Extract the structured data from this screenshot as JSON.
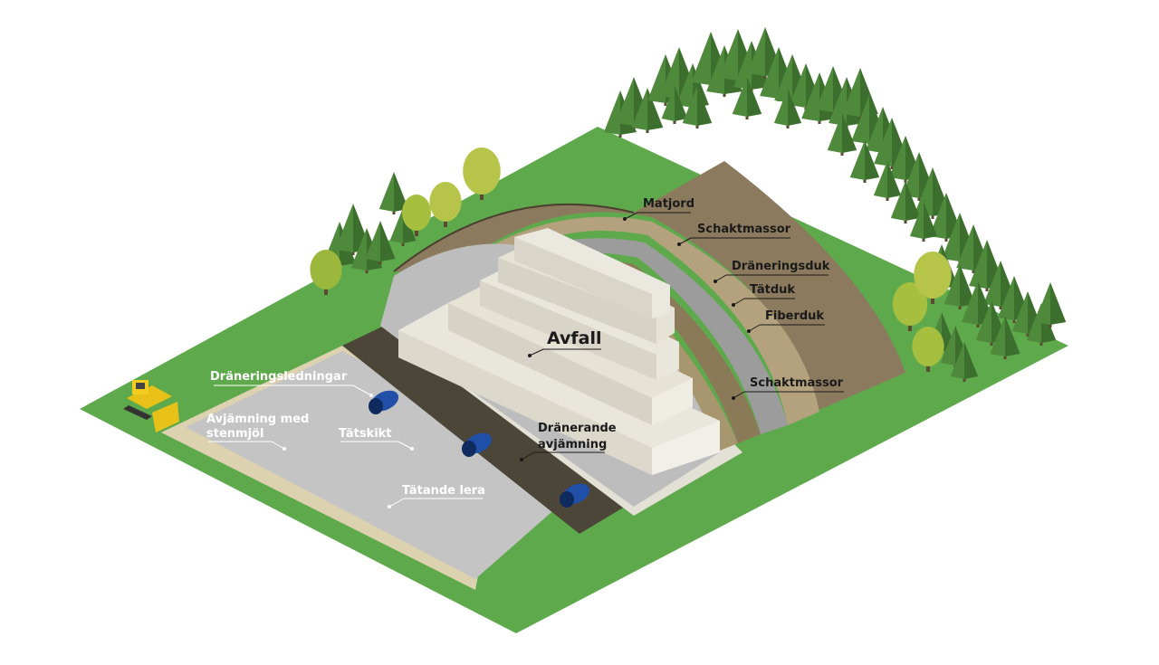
{
  "labels": {
    "matjord": "Matjord",
    "schaktmassor_top": "Schaktmassor",
    "draneringsduk": "Dräneringsduk",
    "tatduk": "Tätduk",
    "fiberduk": "Fiberduk",
    "schaktmassor_side": "Schaktmassor",
    "avfall": "Avfall",
    "draneringsledningar": "Dräneringsledningar",
    "avjamning_line1": "Avjämning med",
    "avjamning_line2": "stenmjöl",
    "tatskikt": "Tätskikt",
    "draenerande_line1": "Dränerande",
    "draenerande_line2": "avjämning",
    "tatande_lera": "Tätande lera"
  },
  "icons": {
    "trees": "conifer-tree-icon",
    "deciduous": "deciduous-tree-icon",
    "bulldozer": "bulldozer-icon",
    "pipe": "drainage-pipe-icon"
  },
  "colors": {
    "grass": "#5fa94d",
    "grass_dark": "#4f9640",
    "matjord": "#8c7a5e",
    "schaktmassor": "#b4a27e",
    "draneringsduk": "#9c9c9c",
    "tatduk": "#8a7a58",
    "fiberduk": "#a8966e",
    "schaktmassor_inner": "#bdbdbd",
    "avfall": "#e9e6dc",
    "tatskikt": "#4b4638",
    "lera": "#c2c2c2",
    "stenmjol": "#dcd2b0",
    "pipe": "#1f4fa6"
  }
}
